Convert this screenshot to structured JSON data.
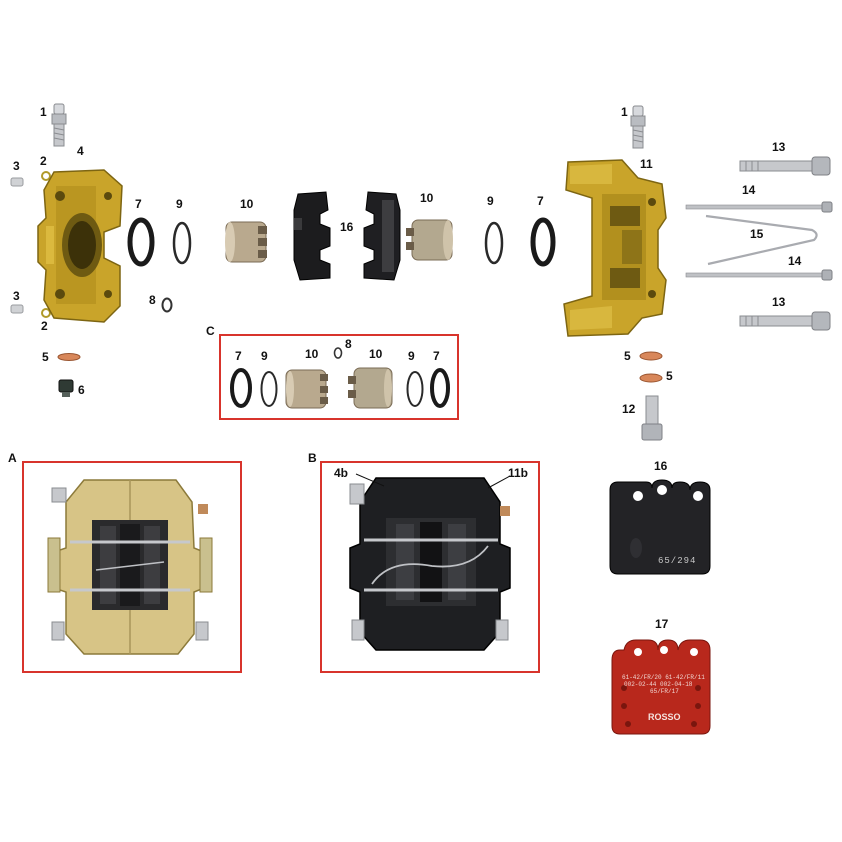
{
  "colors": {
    "frame_red": "#d8342c",
    "caliper_gold": "#c9a42a",
    "caliper_black": "#1e1f22",
    "steel": "#c6c8cc",
    "copper": "#d8875a",
    "pad_red": "#b8281c",
    "ring_black": "#1a1a1a",
    "piston_bronze": "#b9a98e"
  },
  "labels": {
    "l1a": "1",
    "l4": "4",
    "l2a": "2",
    "l3a": "3",
    "l3b": "3",
    "l2b": "2",
    "l7a": "7",
    "l9a": "9",
    "l10a": "10",
    "l16a": "16",
    "l10b": "10",
    "l9b": "9",
    "l7b": "7",
    "l8a": "8",
    "l1b": "1",
    "l11": "11",
    "l13a": "13",
    "l14a": "14",
    "l15": "15",
    "l14b": "14",
    "l13b": "13",
    "l5a": "5",
    "l6": "6",
    "lC": "C",
    "lc7a": "7",
    "lc9a": "9",
    "lc10a": "10",
    "lc8": "8",
    "lc10b": "10",
    "lc9b": "9",
    "lc7b": "7",
    "l5b": "5",
    "l5c": "5",
    "l12": "12",
    "lA": "A",
    "lB": "B",
    "l4b": "4b",
    "l11b": "11b",
    "l16b": "16",
    "l17": "17"
  },
  "pad16": {
    "code": "65/294"
  },
  "pad17": {
    "line1": "61-42/FR/20   61-42/FR/11",
    "line2": "002-02-44    002-04-18",
    "line3": "65/FR/17",
    "brand": "ROSSO"
  }
}
